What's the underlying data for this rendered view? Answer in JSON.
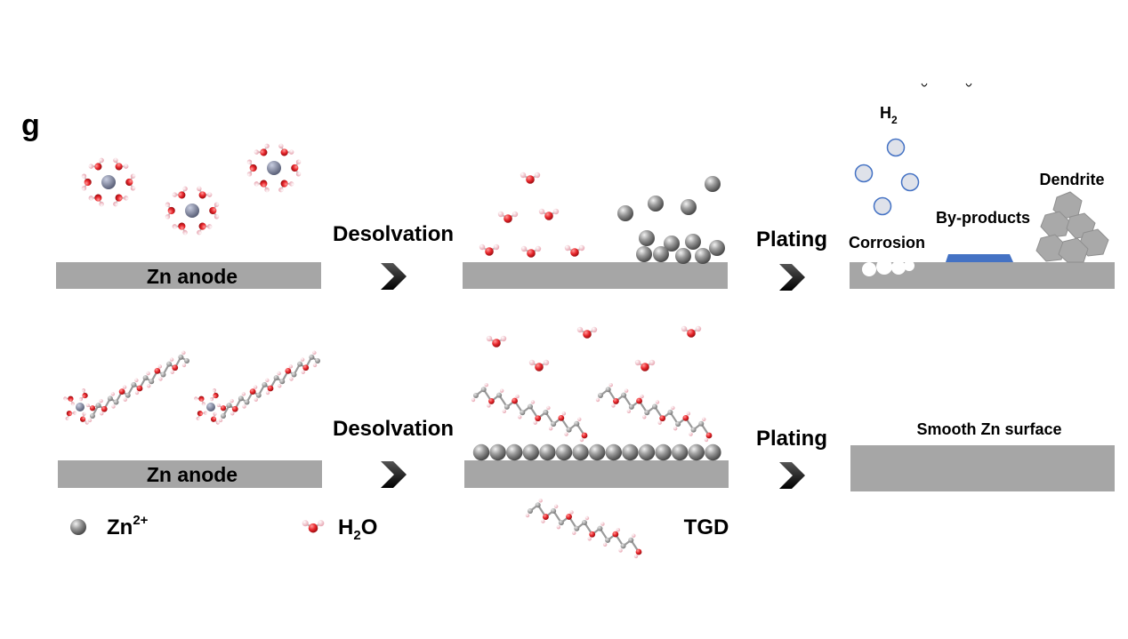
{
  "panel_label": "g",
  "labels": {
    "anode_top": "Zn anode",
    "anode_bottom": "Zn anode",
    "desolvation_top": "Desolvation",
    "desolvation_bottom": "Desolvation",
    "plating_top": "Plating",
    "plating_bottom": "Plating",
    "h2": "H",
    "h2_sub": "2",
    "corrosion": "Corrosion",
    "byproducts": "By-products",
    "dendrite": "Dendrite",
    "smooth": "Smooth Zn surface"
  },
  "legend": {
    "zn": "Zn",
    "zn_sup": "2+",
    "h2o_h": "H",
    "h2o_sub": "2",
    "h2o_o": "O",
    "tgd": "TGD"
  },
  "colors": {
    "anode_bar": "#a6a6a6",
    "oxygen": "#e8262b",
    "hydrogen": "#f4b7c2",
    "zn_ion": "#7f86a0",
    "carbon": "#9a9a9a",
    "bubble_stroke": "#4472c4",
    "bubble_fill": "#dfe2ea",
    "byproduct": "#4472c4",
    "dendrite": "#a9a9a9"
  }
}
